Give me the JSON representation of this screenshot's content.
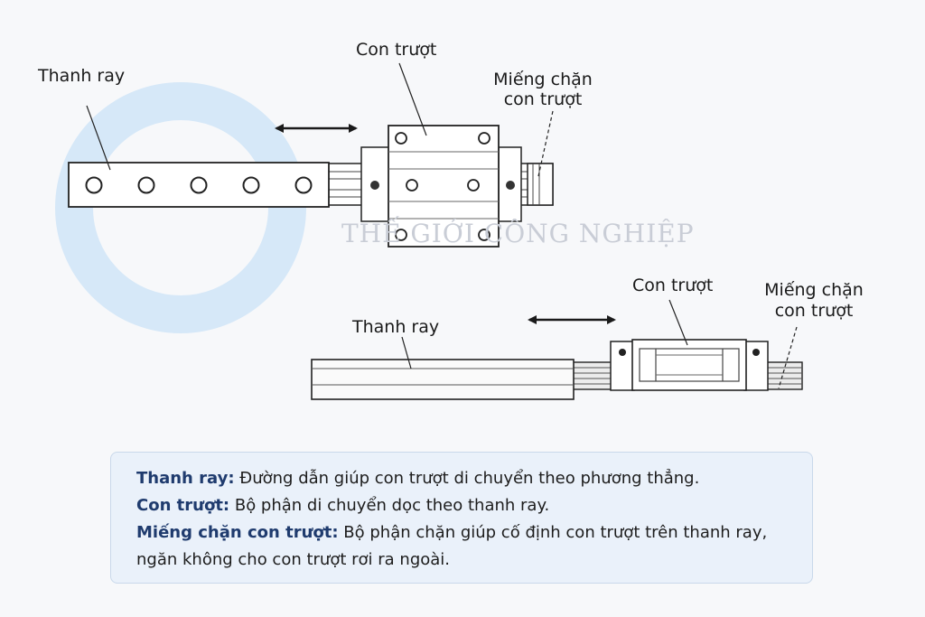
{
  "top_view": {
    "rail_label": "Thanh ray",
    "slider_label": "Con trượt",
    "stopper_label_line1": "Miếng chặn",
    "stopper_label_line2": "con trượt"
  },
  "side_view": {
    "rail_label": "Thanh ray",
    "slider_label": "Con trượt",
    "stopper_label_line1": "Miếng chặn",
    "stopper_label_line2": "con trượt"
  },
  "watermark": "THẾ GIỚI CÔNG NGHIỆP",
  "legend": {
    "items": [
      {
        "term": "Thanh ray:",
        "desc": " Đường dẫn giúp con trượt di chuyển theo phương thẳng."
      },
      {
        "term": "Con trượt:",
        "desc": " Bộ phận di chuyển dọc theo thanh ray."
      },
      {
        "term": "Miếng chặn con trượt:",
        "desc": " Bộ phận chặn giúp cố định con trượt trên thanh ray,"
      }
    ],
    "continuation": "ngăn không cho con trượt rơi ra ngoài."
  },
  "colors": {
    "watermark_ring": "#d6e8f8",
    "legend_bg": "#eaf1fa",
    "legend_term": "#1f3b6e"
  }
}
